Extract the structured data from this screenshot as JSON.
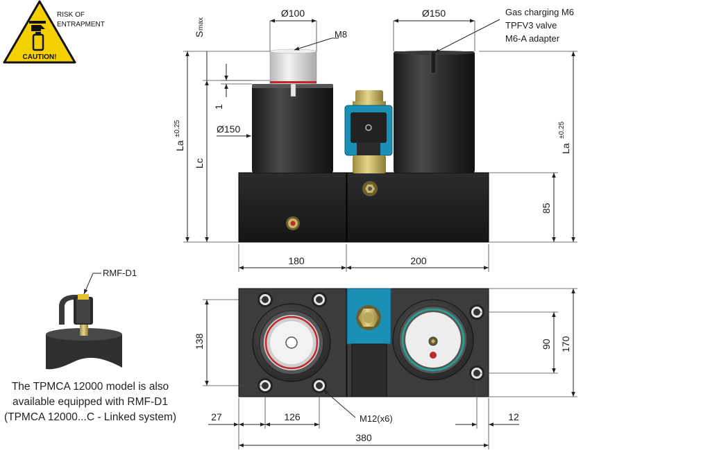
{
  "warning": {
    "line1": "RISK OF",
    "line2": "ENTRAPMENT",
    "caution": "CAUTION!",
    "colors": {
      "sign": "#f5d000",
      "border": "#111111"
    }
  },
  "front_view": {
    "dim_d100": "Ø100",
    "dim_d150_right": "Ø150",
    "dim_d150_left": "Ø150",
    "label_m8": "M8",
    "gas_line1": "Gas charging M6",
    "gas_line2": "TPFV3 valve",
    "gas_line3": "M6-A adapter",
    "s_main": "S",
    "s_sub": "max",
    "la_main": "La",
    "la_tol": "±0.25",
    "lc": "Lc",
    "dim_1": "1",
    "dim_85": "85",
    "dim_180": "180",
    "dim_200": "200"
  },
  "top_view": {
    "dim_138": "138",
    "dim_90": "90",
    "dim_170": "170",
    "dim_27": "27",
    "dim_126": "126",
    "dim_12": "12",
    "dim_380": "380",
    "label_m12": "M12(x6)"
  },
  "accessory": {
    "label": "RMF-D1",
    "note_line1": "The TPMCA 12000 model is also",
    "note_line2": "available equipped with RMF-D1",
    "note_line3": "(TPMCA 12000...C - Linked system)"
  },
  "colors": {
    "body": "#2a2a2a",
    "block": "#1c1c1c",
    "piston": "#dcdcdc",
    "valve_teal": "#1b8fb4",
    "brass": "#c8b46a",
    "seal_red": "#c0282b",
    "seal_teal": "#2a9d8f"
  }
}
